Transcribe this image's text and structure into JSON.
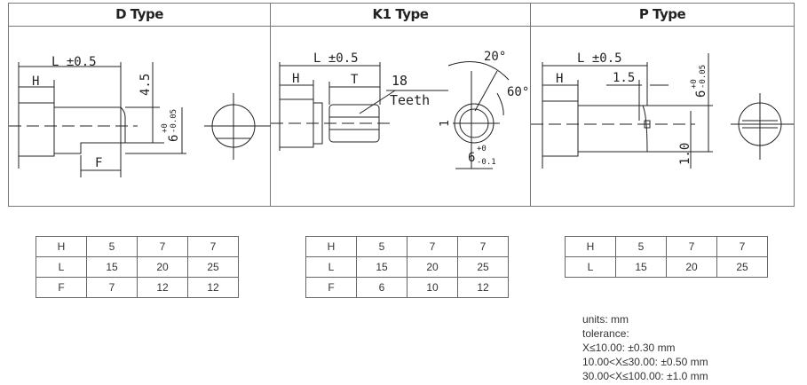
{
  "panels": [
    {
      "title": "D Type",
      "labels": {
        "l": "L ±0.5",
        "h": "H",
        "d45": "4.5",
        "dia": "6",
        "tol_up": "+0",
        "tol_dn": "-0.05",
        "f": "F"
      }
    },
    {
      "title": "K1 Type",
      "labels": {
        "l": "L ±0.5",
        "h": "H",
        "t": "T",
        "teeth_n": "18",
        "teeth": "Teeth",
        "a20": "20°",
        "a60": "60°",
        "one": "1",
        "dia": "6",
        "tol_up": "+0",
        "tol_dn": "-0.1"
      }
    },
    {
      "title": "P Type",
      "labels": {
        "l": "L ±0.5",
        "h": "H",
        "s15": "1.5",
        "dia": "6",
        "tol_up": "+0",
        "tol_dn": "-0.05",
        "s10": "1.0"
      }
    }
  ],
  "tables": [
    {
      "rows": [
        [
          "H",
          "5",
          "7",
          "7"
        ],
        [
          "L",
          "15",
          "20",
          "25"
        ],
        [
          "F",
          "7",
          "12",
          "12"
        ]
      ]
    },
    {
      "rows": [
        [
          "H",
          "5",
          "7",
          "7"
        ],
        [
          "L",
          "15",
          "20",
          "25"
        ],
        [
          "F",
          "6",
          "10",
          "12"
        ]
      ]
    },
    {
      "rows": [
        [
          "H",
          "5",
          "7",
          "7"
        ],
        [
          "L",
          "15",
          "20",
          "25"
        ]
      ]
    }
  ],
  "notes": [
    "units: mm",
    "tolerance:",
    "X≤10.00: ±0.30 mm",
    "10.00<X≤30.00: ±0.50 mm",
    "30.00<X≤100.00: ±1.0 mm"
  ]
}
